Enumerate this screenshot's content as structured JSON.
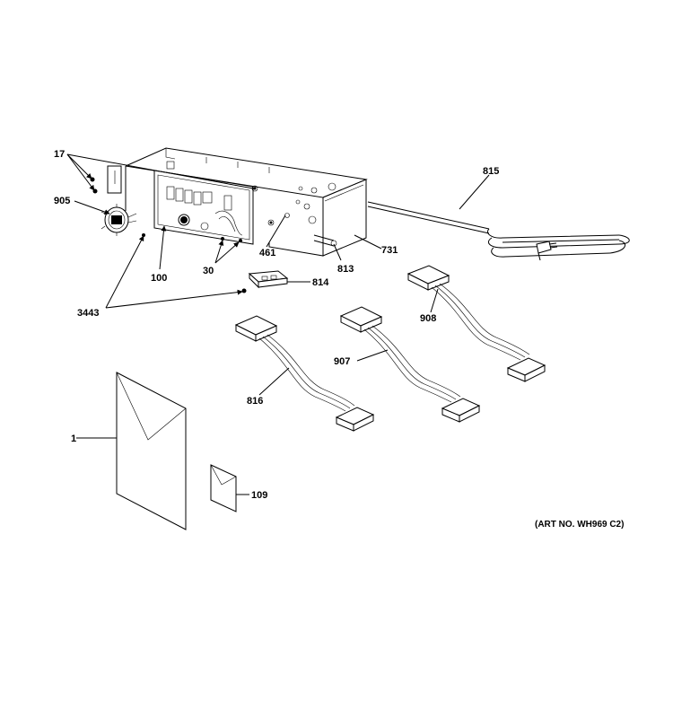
{
  "part_numbers": {
    "p17": "17",
    "p905": "905",
    "p100": "100",
    "p30": "30",
    "p3443": "3443",
    "p461": "461",
    "p813": "813",
    "p731": "731",
    "p814": "814",
    "p815": "815",
    "p908": "908",
    "p907": "907",
    "p816": "816",
    "p1": "1",
    "p109": "109"
  },
  "art_number": "(ART NO. WH969 C2)"
}
